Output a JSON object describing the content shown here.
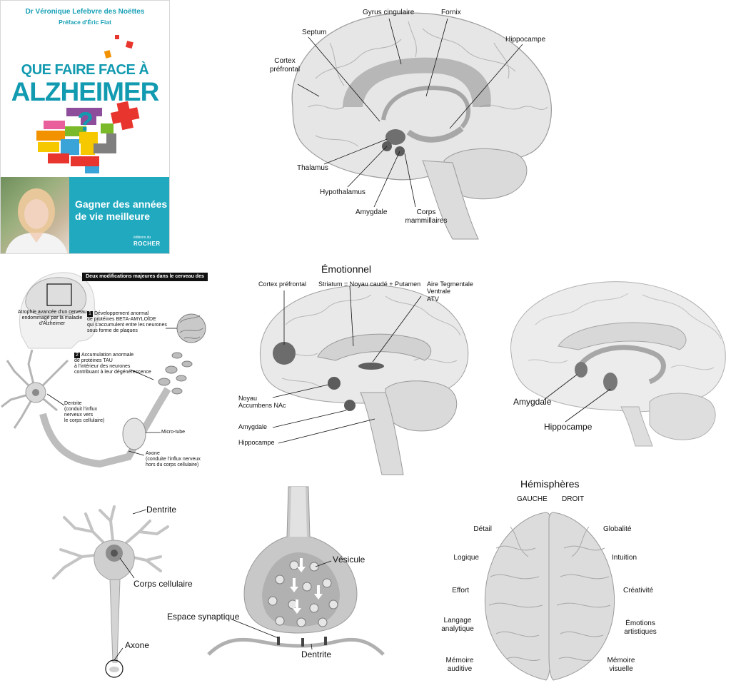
{
  "cover": {
    "author": "Dr Véronique Lefebvre des Noëttes",
    "preface": "Préface d'Éric Fiat",
    "title_line1": "QUE FAIRE FACE À",
    "title_line2": "ALZHEIMER ?",
    "slogan_line1": "Gagner des années",
    "slogan_line2": "de vie meilleure",
    "publisher_small": "éditions du",
    "publisher": "ROCHER",
    "colors": {
      "teal": "#20a9bf",
      "title": "#129ab0",
      "red": "#e8352e",
      "orange": "#f39200",
      "green": "#7ab929",
      "purple": "#8e4d9b",
      "yellow": "#f5c800"
    }
  },
  "limbic": {
    "gyrus_cingulaire": "Gyrus cingulaire",
    "fornix": "Fornix",
    "septum": "Septum",
    "hippocampe": "Hippocampe",
    "cortex1": "Cortex",
    "cortex2": "préfrontal",
    "thalamus": "Thalamus",
    "hypothalamus": "Hypothalamus",
    "amygdale": "Amygdale",
    "corps1": "Corps",
    "corps2": "mammillaires"
  },
  "alz": {
    "banner": "Deux modifications majeures dans le cerveau des malades",
    "atrophy1": "Atrophie avancée  d'un cerveau",
    "atrophy2": "endommagé par la maladie",
    "atrophy3": "d'Alzheimer",
    "n1": "1",
    "beta1": "Développement anormal",
    "beta2": "de protéines BETA-AMYLOÏDE",
    "beta3": "qui s'accumulent entre les neurones",
    "beta4": "sous forme de plaques",
    "n2": "2",
    "tau1": "Accumulation anormale",
    "tau2": "de protéines TAU",
    "tau3": "à l'intérieur des neurones",
    "tau4": "contribuant à leur dégénérescence",
    "dendrite1": "Dentrite",
    "dendrite2": "(conduit l'influx",
    "dendrite3": "nerveux vers",
    "dendrite4": "le corps cellulaire)",
    "microtube": "Micro-tube",
    "axone1": "Axone",
    "axone2": "(conduite l'influx nerveux",
    "axone3": "hors du corps cellulaire)"
  },
  "emotion": {
    "title": "Émotionnel",
    "cortex": "Cortex préfrontal",
    "striatum": "Striatum = Noyau caudé + Putamen",
    "atv1": "Aire Tegmentale",
    "atv2": "Ventrale",
    "atv3": "ATV",
    "noyau1": "Noyau",
    "noyau2": "Accumbens NAc",
    "amygdale": "Amygdale",
    "hippocampe": "Hippocampe"
  },
  "brain2": {
    "amygdale": "Amygdale",
    "hippocampe": "Hippocampe"
  },
  "neuron": {
    "dentrite": "Dentrite",
    "corps": "Corps cellulaire",
    "axone": "Axone"
  },
  "synapse": {
    "vesicule": "Vésicule",
    "espace": "Espace synaptique",
    "dentrite": "Dentrite"
  },
  "hemi": {
    "title": "Hémisphères",
    "gauche": "GAUCHE",
    "droit": "DROIT",
    "left": [
      "Détail",
      "Logique",
      "Effort",
      "Langage",
      "analytique",
      "Mémoire",
      "auditive"
    ],
    "right": [
      "Globalité",
      "Intuition",
      "Créativité",
      "Émotions",
      "artistiques",
      "Mémoire",
      "visuelle"
    ]
  }
}
